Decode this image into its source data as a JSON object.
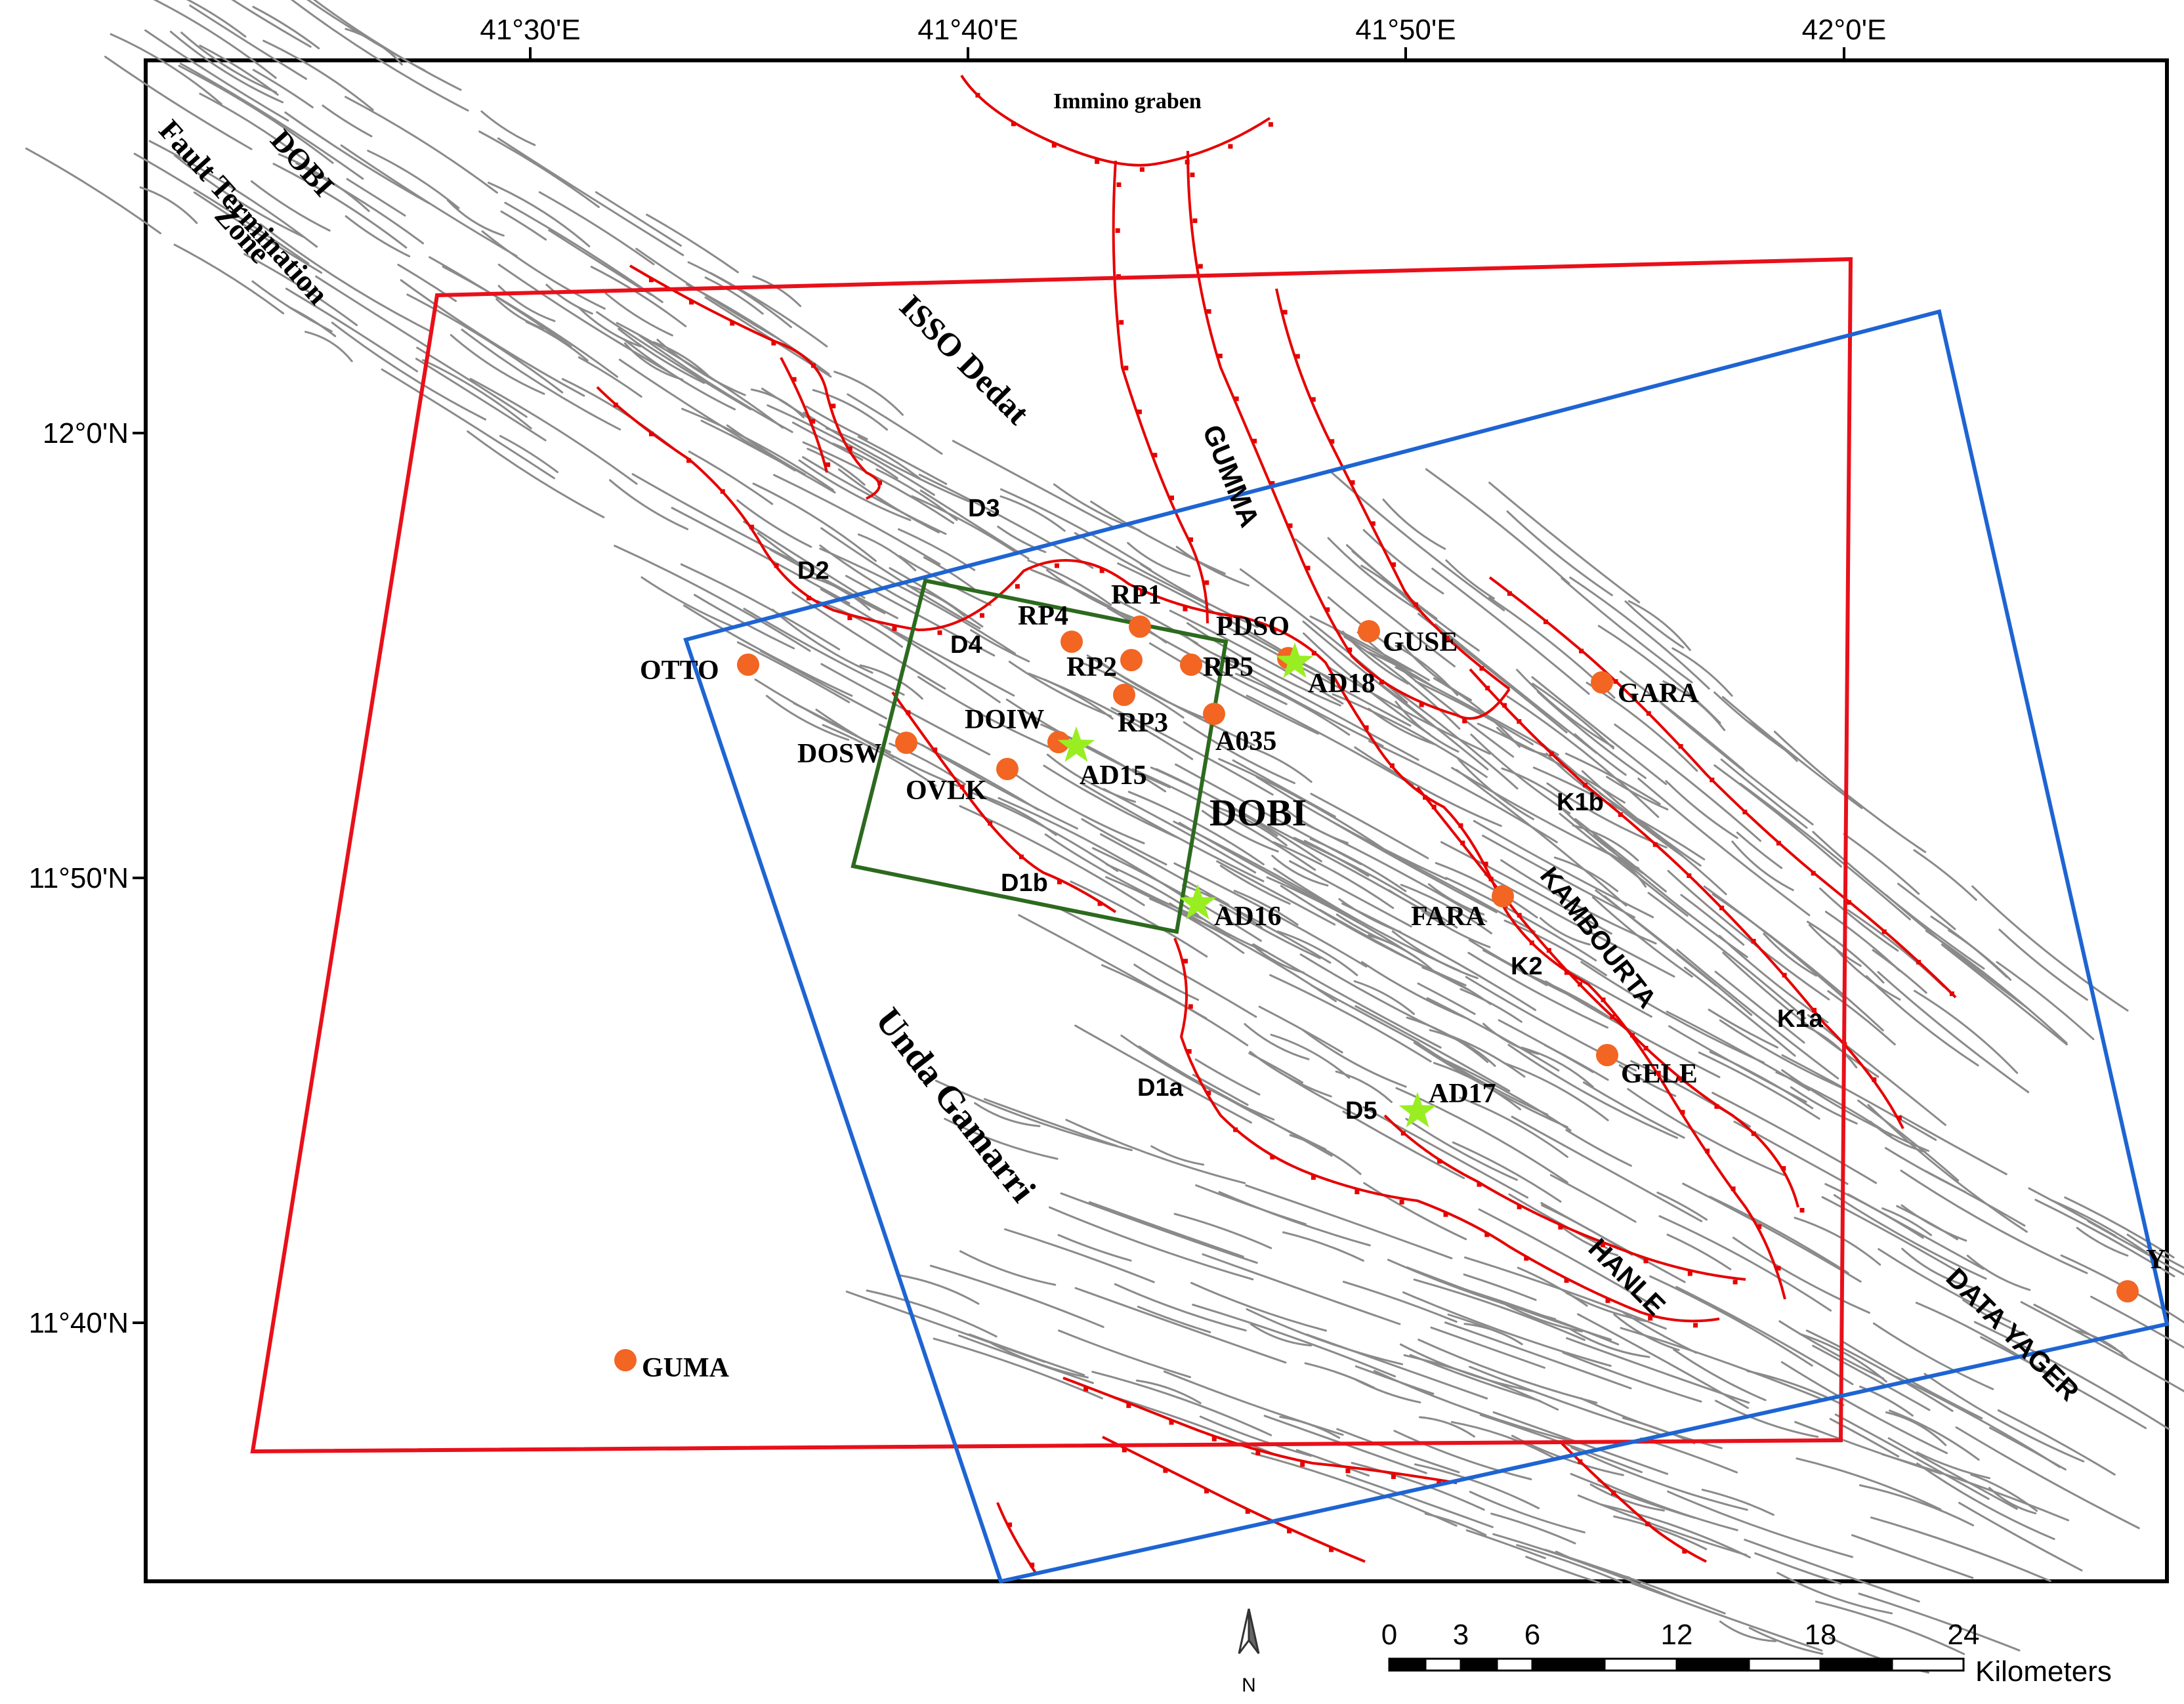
{
  "axes": {
    "lon_ticks": [
      "41°30'E",
      "41°40'E",
      "41°50'E",
      "42°0'E"
    ],
    "lat_ticks": [
      "12°0'N",
      "11°50'N",
      "11°40'N"
    ]
  },
  "region_labels": {
    "dobi_fault_zone": [
      "DOBI",
      "Fault Termination",
      "Zone"
    ],
    "isso_dedat": "ISSO Dedat",
    "gumma": "GUMMA",
    "immino_graben": "Immino graben",
    "dobi": "DOBI",
    "unda_gamarri": "Unda Gamarri",
    "kambourta": "KAMBOURTA",
    "hanle": "HANLE",
    "data_yager": "DATA YAGER"
  },
  "fault_labels": {
    "d2": "D2",
    "d3": "D3",
    "d4": "D4",
    "d1b": "D1b",
    "d1a": "D1a",
    "d5": "D5",
    "k1b": "K1b",
    "k1a": "K1a",
    "k2": "K2"
  },
  "stations": [
    {
      "name": "OTTO",
      "type": "circle"
    },
    {
      "name": "RP1",
      "type": "circle"
    },
    {
      "name": "RP4",
      "type": "circle"
    },
    {
      "name": "RP2",
      "type": "circle"
    },
    {
      "name": "RP5",
      "type": "circle"
    },
    {
      "name": "PDSO",
      "type": "circle"
    },
    {
      "name": "GUSE",
      "type": "circle"
    },
    {
      "name": "GARA",
      "type": "circle"
    },
    {
      "name": "RP3",
      "type": "circle"
    },
    {
      "name": "A035",
      "type": "circle"
    },
    {
      "name": "DOIW",
      "type": "circle"
    },
    {
      "name": "DOSW",
      "type": "circle"
    },
    {
      "name": "OVLK",
      "type": "circle"
    },
    {
      "name": "FARA",
      "type": "circle"
    },
    {
      "name": "GELE",
      "type": "circle"
    },
    {
      "name": "GUMA",
      "type": "circle"
    },
    {
      "name": "Y",
      "type": "circle"
    },
    {
      "name": "AD18",
      "type": "star"
    },
    {
      "name": "AD15",
      "type": "star"
    },
    {
      "name": "AD16",
      "type": "star"
    },
    {
      "name": "AD17",
      "type": "star"
    }
  ],
  "scale_bar": {
    "ticks": [
      "0",
      "3",
      "6",
      "12",
      "18",
      "24"
    ],
    "unit": "Kilometers"
  },
  "north_arrow": "N",
  "colors": {
    "station": "#f26522",
    "star": "#99ee22",
    "red_frame": "#e8101a",
    "blue_frame": "#1e64d2",
    "green_frame": "#2c6a1e",
    "fault_red": "#e60000",
    "fault_gray": "#8a8a8a"
  }
}
